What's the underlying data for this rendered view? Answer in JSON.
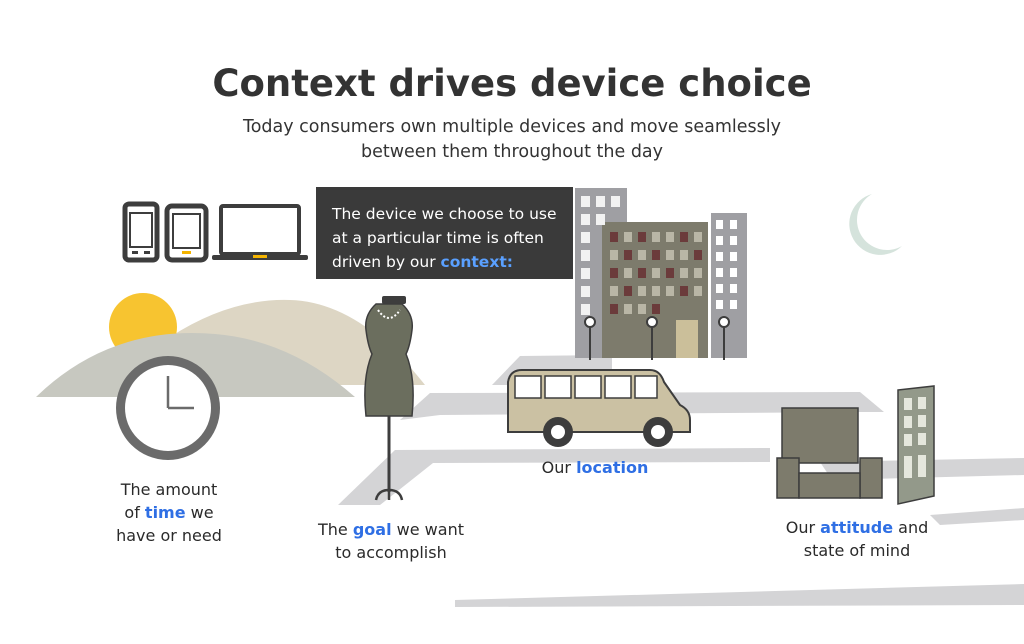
{
  "title": "Context drives device choice",
  "subtitle": "Today consumers own multiple devices and move seamlessly between them throughout the day",
  "callout": {
    "before": "The device we choose to use at a particular time is often driven by our ",
    "highlight": "context:"
  },
  "captions": {
    "time": {
      "line1": "The amount",
      "pre": "of ",
      "highlight": "time",
      "post": " we",
      "line3": "have or need"
    },
    "goal": {
      "pre": "The ",
      "highlight": "goal",
      "post": " we want",
      "line2": "to accomplish"
    },
    "location": {
      "pre": "Our ",
      "highlight": "location"
    },
    "attitude": {
      "pre": "Our ",
      "highlight": "attitude",
      "post": " and",
      "line2": "state of mind"
    }
  },
  "colors": {
    "highlight": "#2f6fe4",
    "callout_bg": "#3a3a3a",
    "sun": "#f7c430",
    "moon": "#d5e3dc",
    "building": "#7d7b6c",
    "building_grey": "#9f9fa3",
    "bus": "#cbc1a3",
    "chair": "#7d7b6c",
    "door": "#93998a",
    "road": "#d4d4d6",
    "hills_back": "#ddd6c4",
    "hills_front": "#c7c8c0",
    "clock_rim": "#6b6b6b"
  },
  "icons": [
    "smartphone-icon",
    "tablet-icon",
    "laptop-icon",
    "clock-icon",
    "dress-form-icon",
    "bus-icon",
    "armchair-icon",
    "door-icon",
    "moon-icon",
    "sun-icon"
  ]
}
